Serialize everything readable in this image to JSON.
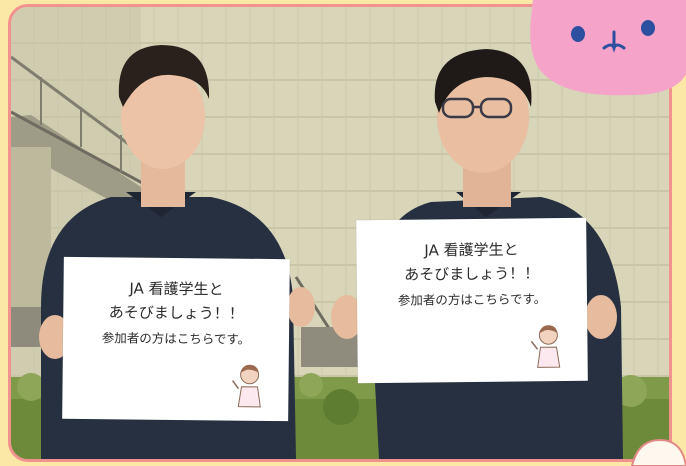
{
  "photo": {
    "left_sign": {
      "line1": "JA 看護学生と",
      "line2": "あそびましょう！！",
      "line3": "参加者の方はこちらです。"
    },
    "right_sign": {
      "line1": "JA 看護学生と",
      "line2": "あそびましょう！！",
      "line3": "参加者の方はこちらです。"
    }
  },
  "colors": {
    "background": "#fbe7a6",
    "frame_border": "#f2928f",
    "blob": "#f5a3c8",
    "shirt": "#263041"
  },
  "icons": [
    "pink-face-blob-icon",
    "nurse-illustration-icon"
  ]
}
